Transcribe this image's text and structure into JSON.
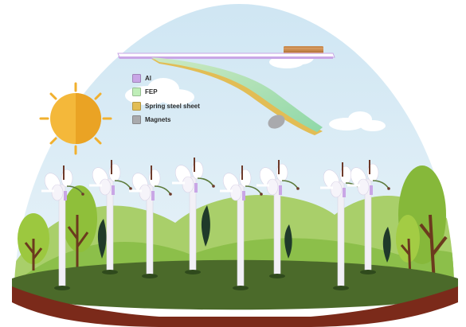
{
  "legend": {
    "items": [
      {
        "label": "Al",
        "color": "#c9a6e6"
      },
      {
        "label": "FEP",
        "color": "#bfeeb8"
      },
      {
        "label": "Spring steel sheet",
        "color": "#e2bd55"
      },
      {
        "label": "Magnets",
        "color": "#a9aaad"
      }
    ]
  },
  "colors": {
    "sky": "#d6e9f4",
    "sun": "#f1b02e",
    "soil": "#7b2a1a",
    "grass": "#4b6a2a",
    "pole": "#f2f0f6",
    "al": "#c9a6e6",
    "fep": "#bfeeb8",
    "spring": "#e2bd55",
    "magnet": "#a9aaad",
    "wood": "#c98a4d"
  },
  "icons": {
    "sun": "sun-icon",
    "cloud": "cloud-icon",
    "tree": "tree-icon",
    "flower": "flower-device-icon"
  }
}
